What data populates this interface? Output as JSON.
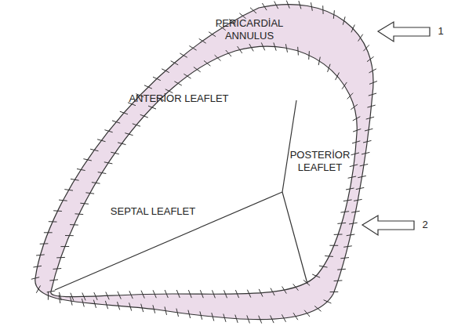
{
  "diagram": {
    "labels": [
      "PERICARDİAL ANNULUS",
      "ANTERİOR LEAFLET",
      "POSTERİOR LEAFLET",
      "SEPTAL LEAFLET",
      "1",
      "2"
    ]
  }
}
